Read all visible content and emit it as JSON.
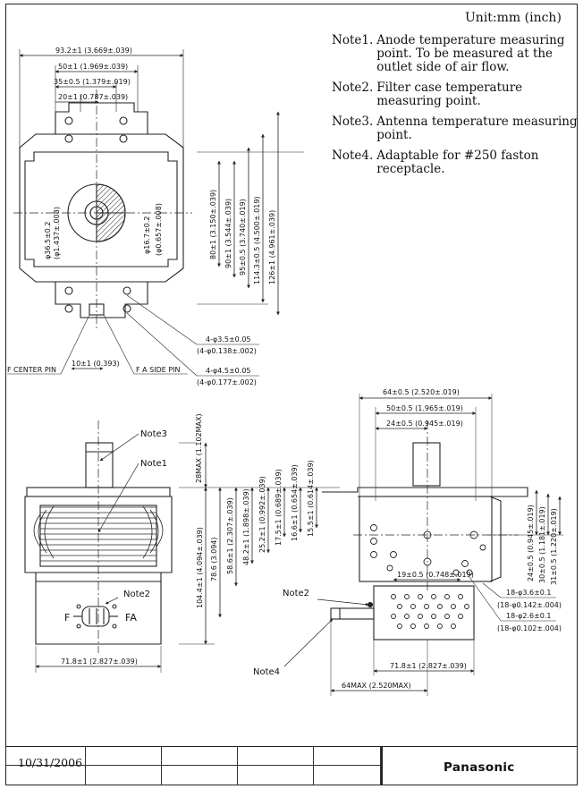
{
  "header": {
    "unit": "Unit:mm (inch)"
  },
  "notes": [
    {
      "label": "Note1.",
      "text": "Anode temperature measuring point. To be measured at the outlet side of air flow."
    },
    {
      "label": "Note2.",
      "text": "Filter case temperature measuring point."
    },
    {
      "label": "Note3.",
      "text": "Antenna temperature measuring point."
    },
    {
      "label": "Note4.",
      "text": "Adaptable for #250 faston receptacle."
    }
  ],
  "top_view": {
    "dims": {
      "w93": "93.2±1 (3.669±.039)",
      "w50": "50±1 (1.969±.039)",
      "w35": "35±0.5 (1.379±.019)",
      "w20": "20±1 (0.787±.039)",
      "d36": "φ36.5±0.2",
      "d36in": "(φ1.437±.008)",
      "d16": "φ16.7±0.2",
      "d16in": "(φ0.657±.008)",
      "h80": "80±1 (3.150±.039)",
      "h90": "90±1 (3.544±.039)",
      "h95": "95±0.5 (3.740±.019)",
      "h114": "114.3±0.5 (4.500±.019)",
      "h126": "126±1 (4.961±.039)",
      "hole35": "4-φ3.5±0.05",
      "hole35in": "(4-φ0.138±.002)",
      "hole45": "4-φ4.5±0.05",
      "hole45in": "(4-φ0.177±.002)",
      "pin10": "10±1 (0.393)"
    },
    "labels": {
      "center_pin": "F CENTER PIN",
      "side_pin": "F A SIDE PIN"
    }
  },
  "side_view": {
    "labels": {
      "note3": "Note3",
      "note1": "Note1",
      "note2": "Note2",
      "f": "F",
      "fa": "FA"
    },
    "dims": {
      "w718": "71.8±1 (2.827±.039)",
      "h28": "28MAX (1.102MAX)",
      "h104": "104.4±1 (4.094±.039)",
      "h786": "78.6 (3.094)",
      "h586": "58.6±1 (2.307±.039)",
      "h482": "48.2±1 (1.898±.039)",
      "h252": "25.2±1 (0.992±.039)",
      "h175": "17.5±1 (0.689±.039)",
      "h166": "16.6±1 (0.654±.039)",
      "h155": "15.5±1 (0.614±.039)"
    }
  },
  "rear_view": {
    "labels": {
      "note2": "Note2",
      "note4": "Note4"
    },
    "dims": {
      "w64": "64±0.5 (2.520±.019)",
      "w50": "50±0.5 (1.965±.019)",
      "w24": "24±0.5 (0.945±.019)",
      "v24": "24±0.5 (0.945±.019)",
      "v30": "30±0.5 (1.181±.019)",
      "v31": "31±0.5 (1.220±.019)",
      "h19": "19±0.5 (0.748±.019)",
      "hole36": "18-φ3.6±0.1",
      "hole36in": "(18-φ0.142±.004)",
      "hole26": "18-φ2.6±0.1",
      "hole26in": "(18-φ0.102±.004)",
      "w718": "71.8±1 (2.827±.039)",
      "w64max": "64MAX (2.520MAX)"
    }
  },
  "title_block": {
    "date": "10/31/2006",
    "brand": "Panasonic"
  }
}
